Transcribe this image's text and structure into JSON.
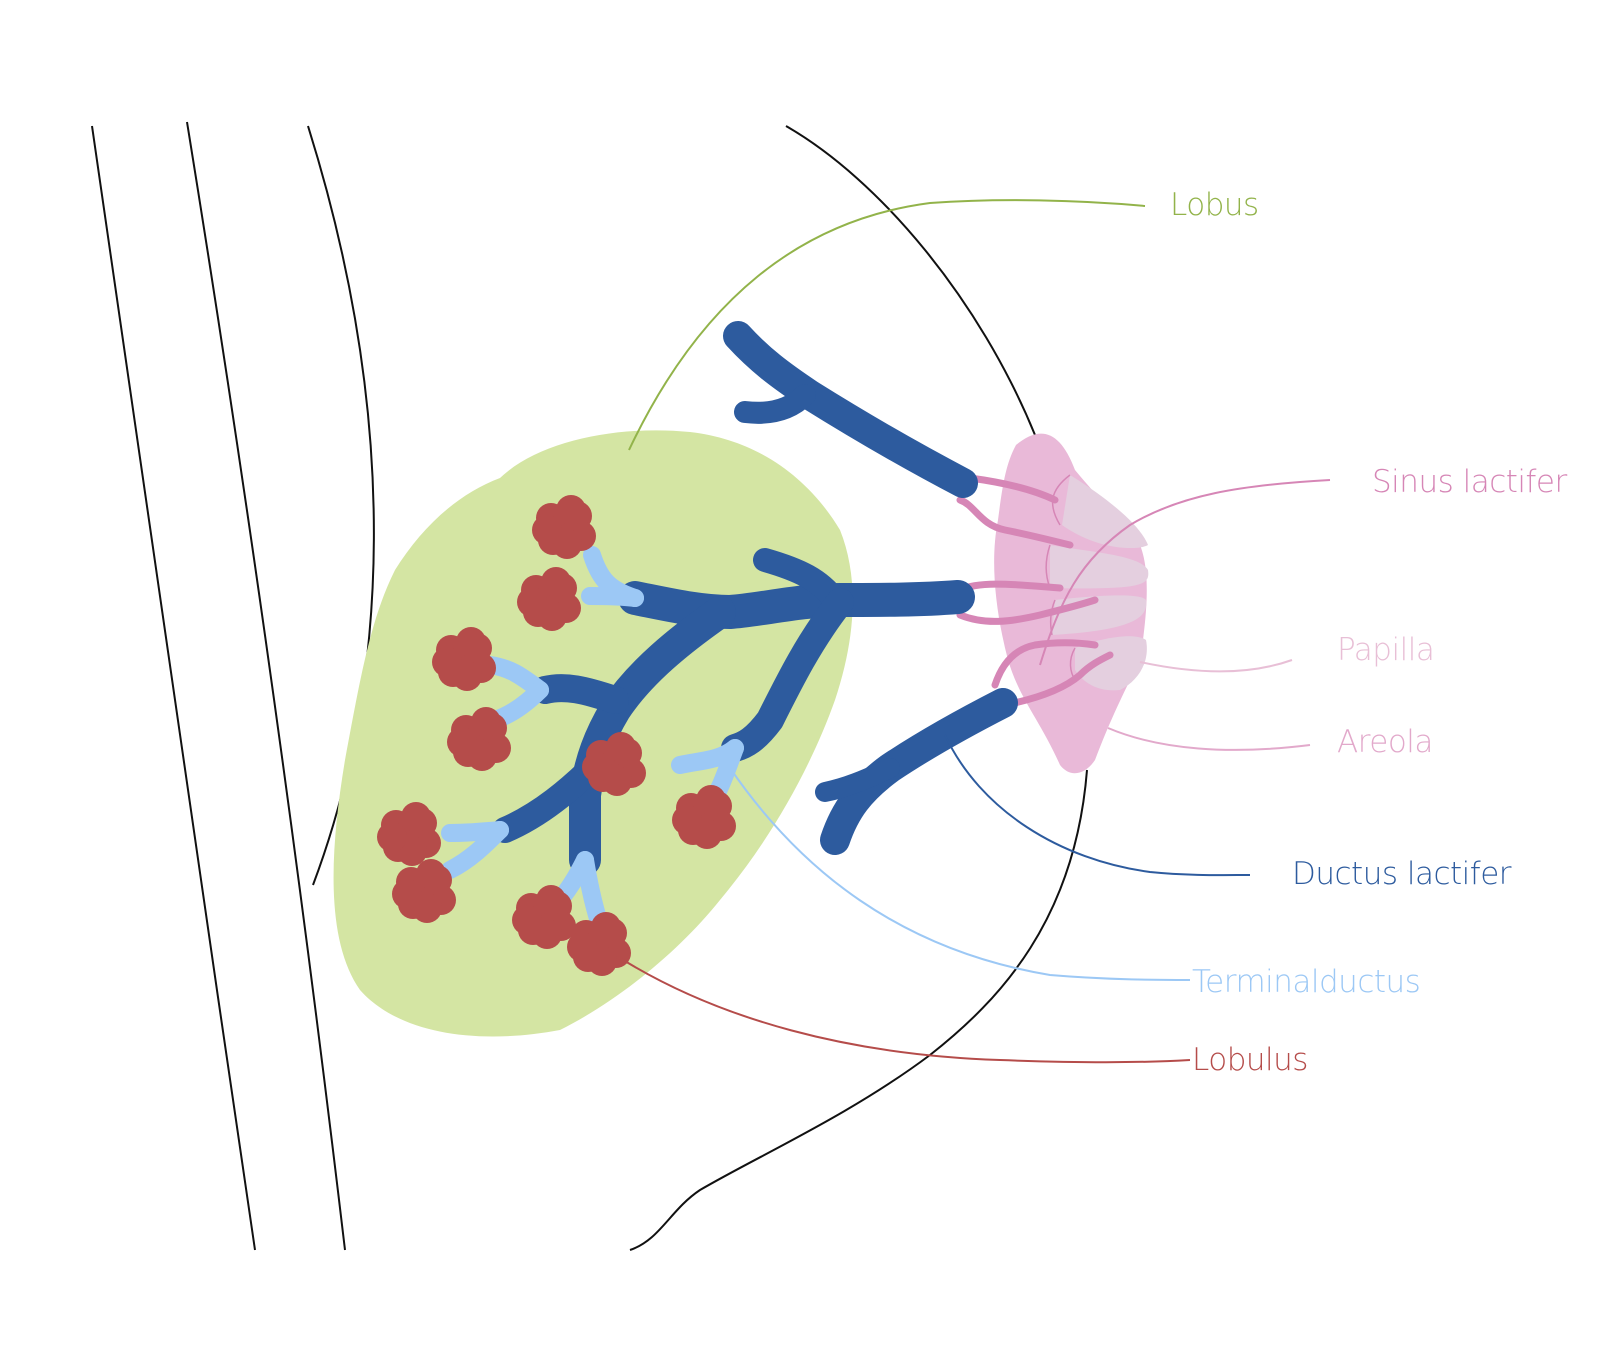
{
  "labels": {
    "lobus": "Lobus",
    "sinus": "Sinus lactifer",
    "papilla": "Papilla",
    "areola": "Areola",
    "ductus": "Ductus lactifer",
    "terminal": "Terminalductus",
    "lobulus": "Lobulus"
  },
  "colors": {
    "lobus": "#92b34a",
    "lobus_fill": "#d4e5a3",
    "sinus": "#d686b6",
    "papilla": "#e8bfd6",
    "areola": "#e2a9cb",
    "ductus": "#2d5b9e",
    "terminal": "#9cc8f5",
    "lobulus": "#b54c4a",
    "outline": "#111111"
  }
}
